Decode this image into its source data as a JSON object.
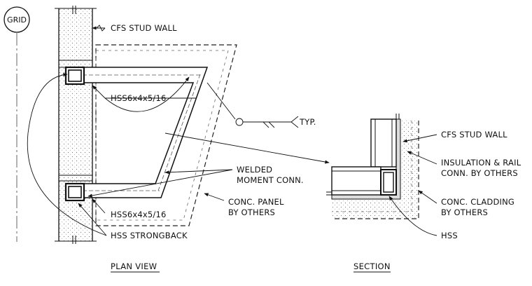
{
  "grid_bubble": "GRID",
  "labels": {
    "cfs_stud_wall_plan": "CFS STUD WALL",
    "hss_top": "HSS6x4x5/16",
    "typ": "TYP.",
    "welded_1": "WELDED",
    "welded_2": "MOMENT CONN.",
    "conc_panel_1": "CONC. PANEL",
    "conc_panel_2": "BY OTHERS",
    "hss_bottom": "HSS6x4x5/16",
    "hss_strongback": "HSS STRONGBACK",
    "cfs_stud_wall_section": "CFS STUD WALL",
    "insulation_1": "INSULATION & RAIL",
    "insulation_2": "CONN. BY OTHERS",
    "cladding_1": "CONC. CLADDING",
    "cladding_2": "BY OTHERS",
    "hss_section": "HSS"
  },
  "titles": {
    "plan": "PLAN VIEW",
    "section": "SECTION"
  }
}
